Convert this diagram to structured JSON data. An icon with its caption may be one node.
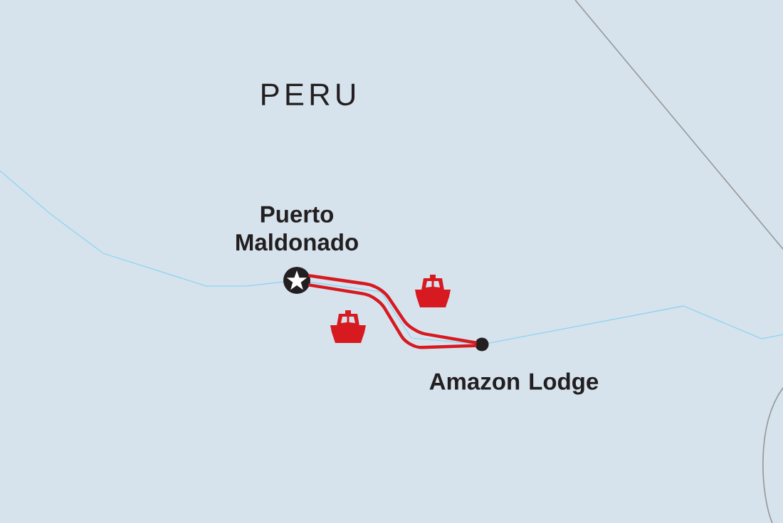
{
  "diagram": {
    "nodes": [
      {
        "text": [],
        "shape": "star",
        "beside": [
          "Puerto Maldonado"
        ]
      },
      {
        "text": [],
        "shape": "circle",
        "beside": [
          "Amazon Lodge"
        ]
      }
    ],
    "edges": [
      {
        "from": 0,
        "to": 1,
        "arrow": "none"
      },
      {
        "from": 0,
        "to": 1,
        "arrow": "none"
      }
    ],
    "labels": [
      "PERU"
    ]
  }
}
